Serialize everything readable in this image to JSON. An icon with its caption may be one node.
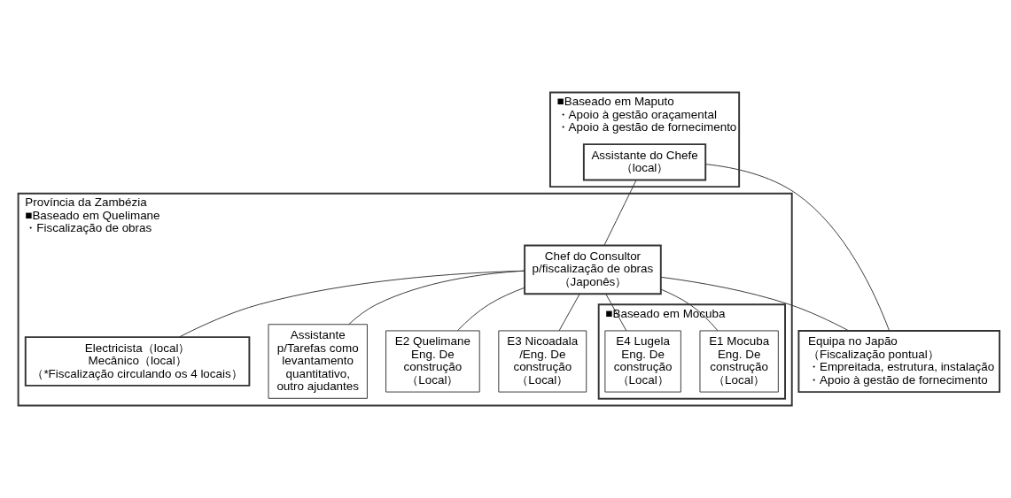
{
  "diagram": {
    "nodes": [
      {
        "text": [
          "■Baseado em Maputo",
          "・Apoio à gestão oraçamental",
          "・Apoio à gestão de fornecimento"
        ]
      },
      {
        "text": [
          "Assistante do Chefe （local）"
        ],
        "in": 0
      },
      {
        "text": [
          "Equipa no Japão",
          "（Fiscalização pontual）",
          "・Empreitada, estrutura, instalação",
          "・Apoio à gestão de fornecimento"
        ]
      },
      {
        "text": [
          "Província da Zambézia",
          "■Baseado em Quelimane",
          "・Fiscalização de obras"
        ]
      },
      {
        "text": [
          "Chef do Consultor p/fiscalização de obras （Japonês）"
        ],
        "in": 3
      },
      {
        "text": [
          "Electricista（local）",
          "Mecânico（local）",
          "（*Fiscalização circulando os 4 locais）"
        ],
        "in": 3
      },
      {
        "text": [
          "Assistante p/Tarefas como levantamento quantitativo, outro ajudantes"
        ],
        "in": 3
      },
      {
        "text": [
          "E2 Quelimane Eng. De construção （Local）"
        ],
        "in": 3
      },
      {
        "text": [
          "E3 Nicoadala /Eng. De construção （Local）"
        ],
        "in": 3
      },
      {
        "text": [
          "■Baseado em Mocuba"
        ],
        "in": 3
      },
      {
        "text": [
          "E1 Mocuba Eng. De construção （Local）"
        ],
        "in": 9
      },
      {
        "text": [
          "E4 Lugela Eng. De construção （Local）"
        ],
        "in": 9
      }
    ],
    "edges": [
      {
        "from": 1,
        "to": 4,
        "arrow": "none"
      },
      {
        "from": 1,
        "to": 2,
        "arrow": "none"
      },
      {
        "from": 4,
        "to": 2,
        "arrow": "none"
      },
      {
        "from": 4,
        "to": 5,
        "arrow": "none"
      },
      {
        "from": 4,
        "to": 6,
        "arrow": "none"
      },
      {
        "from": 4,
        "to": 7,
        "arrow": "none"
      },
      {
        "from": 4,
        "to": 8,
        "arrow": "none"
      },
      {
        "from": 4,
        "to": 10,
        "arrow": "none"
      },
      {
        "from": 4,
        "to": 11,
        "arrow": "none"
      }
    ]
  }
}
